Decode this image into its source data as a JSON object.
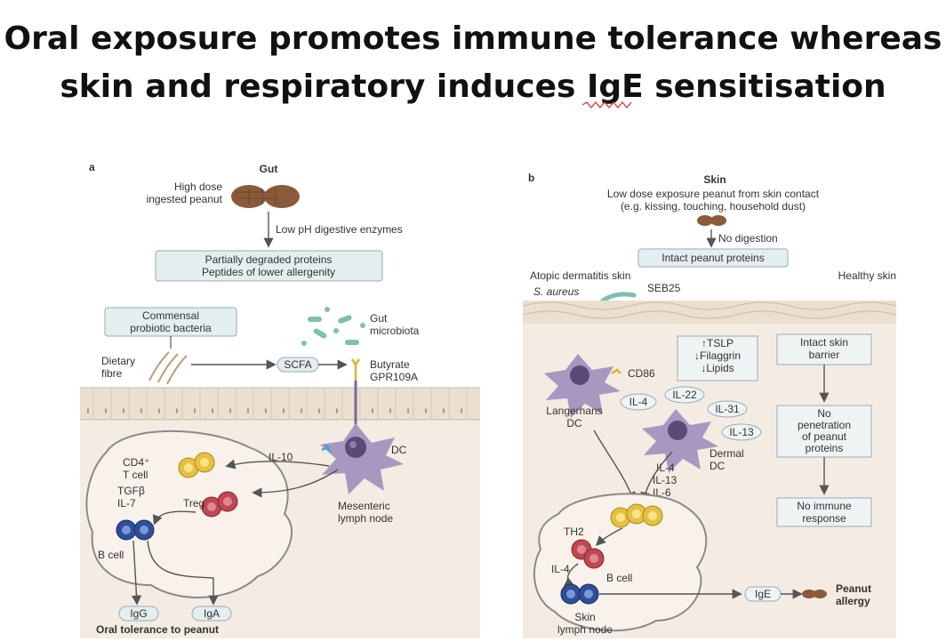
{
  "title": {
    "line1": "Oral exposure promotes immune tolerance whereas",
    "line2": "skin and respiratory induces IgE sensitisation"
  },
  "panel_a": {
    "letter": "a",
    "header": "Gut",
    "high_dose_1": "High dose",
    "high_dose_2": "ingested peanut",
    "enzymes": "Low pH digestive enzymes",
    "degraded_1": "Partially degraded proteins",
    "degraded_2": "Peptides of lower allergenity",
    "commensal_1": "Commensal",
    "commensal_2": "probiotic bacteria",
    "gut_1": "Gut",
    "gut_2": "microbiota",
    "dietary_1": "Dietary",
    "dietary_2": "fibre",
    "scfa": "SCFA",
    "butyrate": "Butyrate",
    "gpr": "GPR109A",
    "il10": "IL-10",
    "dc": "DC",
    "cd4_1": "CD4⁺",
    "cd4_2": "T cell",
    "tgfb": "TGFβ",
    "il7": "IL-7",
    "treg": "Treg",
    "mesenteric_1": "Mesenteric",
    "mesenteric_2": "lymph node",
    "bcell": "B cell",
    "igg": "IgG",
    "iga": "IgA",
    "footer": "Oral tolerance to peanut"
  },
  "panel_b": {
    "letter": "b",
    "header": "Skin",
    "exposure_1": "Low dose exposure peanut from skin contact",
    "exposure_2": "(e.g. kissing, touching, household dust)",
    "no_digestion": "No digestion",
    "intact": "Intact peanut proteins",
    "atopic": "Atopic dermatitis skin",
    "healthy": "Healthy skin",
    "saureus": "S. aureus",
    "seb": "SEB25",
    "tslp": "↑TSLP",
    "filaggrin": "↓Filaggrin",
    "lipids": "↓Lipids",
    "intact_barrier_1": "Intact skin",
    "intact_barrier_2": "barrier",
    "cd86": "CD86",
    "il22": "IL-22",
    "il4": "IL-4",
    "il31": "IL-31",
    "il13": "IL-13",
    "langerhans_1": "Langerhans",
    "langerhans_2": "DC",
    "dermal_1": "Dermal",
    "dermal_2": "DC",
    "cytokines_1": "IL-4",
    "cytokines_2": "IL-13",
    "cytokines_3": "IL-6",
    "no_pen_1": "No",
    "no_pen_2": "penetration",
    "no_pen_3": "of peanut",
    "no_pen_4": "proteins",
    "no_immune_1": "No immune",
    "no_immune_2": "response",
    "th2": "TH2",
    "il4b": "IL-4",
    "bcell": "B cell",
    "ige": "IgE",
    "allergy_1": "Peanut",
    "allergy_2": "allergy",
    "skin_ln_1": "Skin",
    "skin_ln_2": "lymph node"
  }
}
